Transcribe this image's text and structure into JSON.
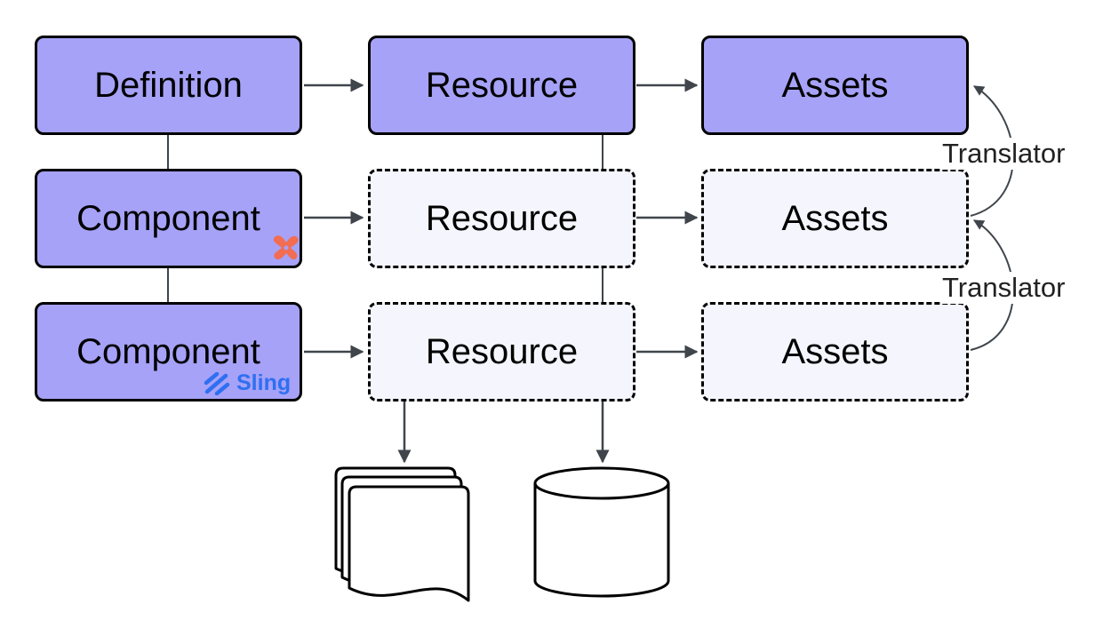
{
  "colors": {
    "filled": "#a6a2f7",
    "dashed_fill": "#f5f5fd",
    "stroke": "#000000",
    "arrow": "#3f454b",
    "dagster_badge": "#f26d51",
    "sling_badge": "#2f6ff2"
  },
  "row1": {
    "definition": "Definition",
    "resource": "Resource",
    "assets": "Assets"
  },
  "row2": {
    "component": "Component",
    "resource": "Resource",
    "assets": "Assets",
    "badge_icon": "dagster-x-icon"
  },
  "row3": {
    "component": "Component",
    "resource": "Resource",
    "assets": "Assets",
    "badge_icon": "sling-logo-icon",
    "badge_text": "Sling"
  },
  "translators": [
    "Translator",
    "Translator"
  ],
  "bottom_icons": [
    "documents-icon",
    "database-icon"
  ]
}
